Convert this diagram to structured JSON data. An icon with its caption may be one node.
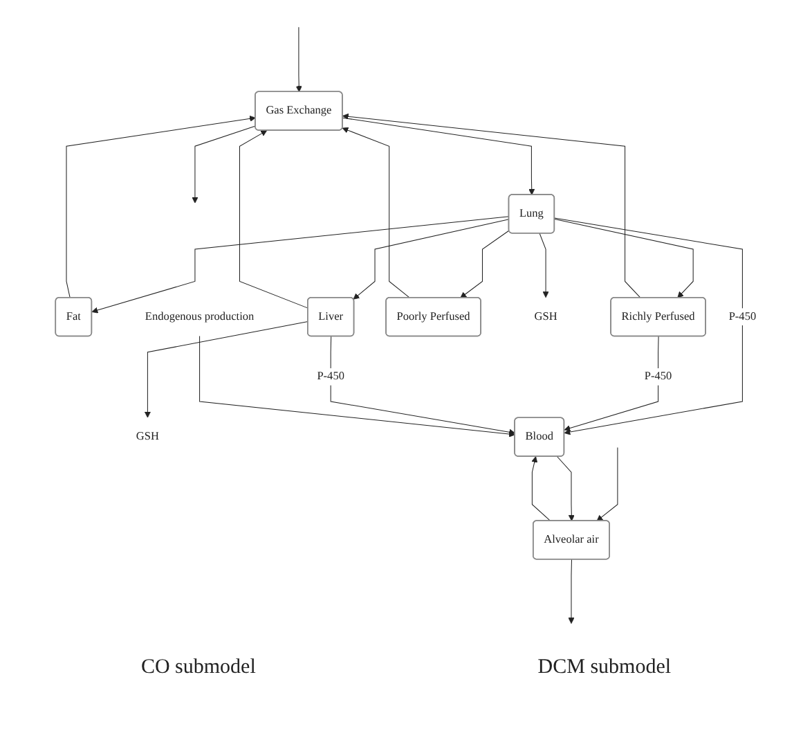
{
  "diagram": {
    "nodes": [
      {
        "text": [
          "Gas Exchange"
        ]
      },
      {
        "text": [
          "Lung"
        ]
      },
      {
        "text": [
          "Fat"
        ]
      },
      {
        "text": [
          "Richly Perfused"
        ]
      },
      {
        "text": [
          "Poorly Perfused"
        ]
      },
      {
        "text": [
          "Liver"
        ]
      },
      {
        "text": [
          "GSH"
        ]
      },
      {
        "text": [
          "GSH"
        ]
      },
      {
        "text": [
          "Alveolar air"
        ]
      },
      {
        "text": [
          "Blood"
        ]
      },
      {
        "text": [
          "Endogenous production"
        ]
      }
    ],
    "edges": [
      {
        "from": null,
        "to": 0,
        "arrow": "to"
      },
      {
        "from": 0,
        "to": null,
        "arrow": "to"
      },
      {
        "from": 0,
        "to": 1,
        "arrow": "to"
      },
      {
        "from": 1,
        "to": 2,
        "arrow": "to"
      },
      {
        "from": 1,
        "to": 3,
        "arrow": "to"
      },
      {
        "from": 1,
        "to": 4,
        "arrow": "to"
      },
      {
        "from": 1,
        "to": 5,
        "arrow": "to"
      },
      {
        "from": 2,
        "to": 0,
        "arrow": "to"
      },
      {
        "from": 3,
        "to": 0,
        "arrow": "to"
      },
      {
        "from": 4,
        "to": 0,
        "arrow": "to"
      },
      {
        "from": 5,
        "to": 0,
        "arrow": "to"
      },
      {
        "from": 1,
        "to": 6,
        "arrow": "to"
      },
      {
        "from": 5,
        "to": 7,
        "arrow": "to"
      },
      {
        "from": 1,
        "to": 9,
        "label": "P-450",
        "arrow": "to"
      },
      {
        "from": 3,
        "to": 9,
        "label": "P-450",
        "arrow": "to"
      },
      {
        "from": 5,
        "to": 9,
        "label": "P-450",
        "arrow": "to"
      },
      {
        "from": null,
        "to": 8,
        "arrow": "to"
      },
      {
        "from": 8,
        "to": null,
        "arrow": "to"
      },
      {
        "from": 9,
        "to": 8,
        "arrow": "to"
      },
      {
        "from": 8,
        "to": 9,
        "arrow": "to"
      },
      {
        "from": 10,
        "to": 9,
        "arrow": "to"
      }
    ],
    "labels": [
      "CO submodel",
      "DCM submodel"
    ]
  }
}
